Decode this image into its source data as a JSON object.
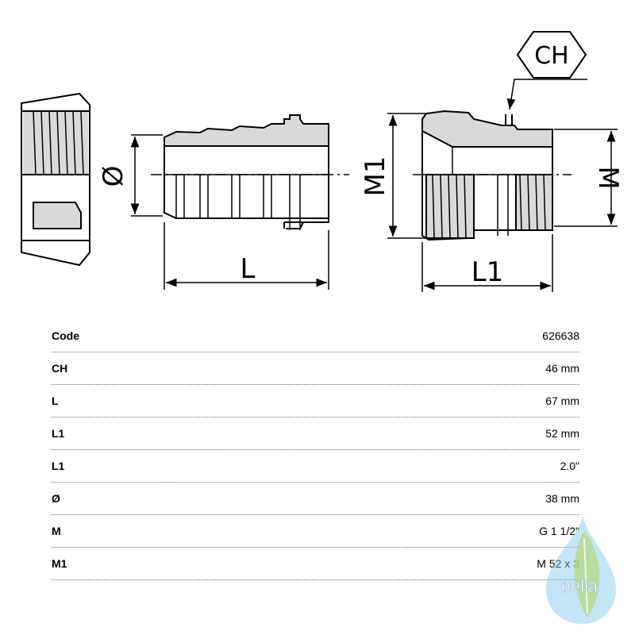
{
  "drawing": {
    "hex_label": "CH",
    "dims": {
      "diameter": "Ø",
      "length": "L",
      "m1": "M1",
      "l1": "L1",
      "m": "M"
    }
  },
  "specs": [
    {
      "label": "Code",
      "value": "626638"
    },
    {
      "label": "CH",
      "value": "46 mm"
    },
    {
      "label": "L",
      "value": "67 mm"
    },
    {
      "label": "L1",
      "value": "52 mm"
    },
    {
      "label": "L1",
      "value": "2.0\""
    },
    {
      "label": "Ø",
      "value": "38 mm"
    },
    {
      "label": "M",
      "value": "G 1 1/2\""
    },
    {
      "label": "M1",
      "value": "M 52 x 3"
    }
  ],
  "logo": {
    "text": "bella",
    "color_drop": "#7ac6e8",
    "color_leaf": "#b6d98a"
  },
  "colors": {
    "part_fill": "#d9d9d9",
    "line": "#000000"
  }
}
